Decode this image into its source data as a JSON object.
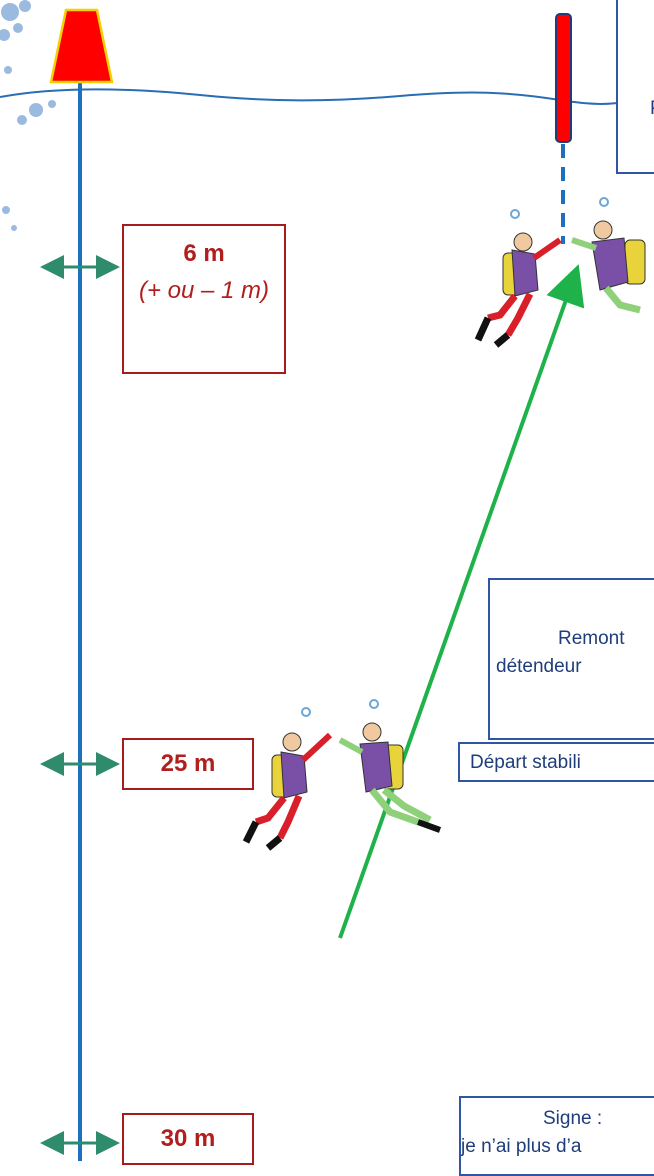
{
  "depth_labels": {
    "d6": {
      "value": "6 m",
      "tolerance": "(+ ou – 1 m)"
    },
    "d25": {
      "value": "25 m"
    },
    "d30": {
      "value": "30 m"
    }
  },
  "info_boxes": {
    "top_right": "P",
    "middle": {
      "line1": "Remont",
      "line2": "détendeur"
    },
    "start": "Départ stabili",
    "sign": {
      "line1": "Signe :",
      "line2": "je n’ai plus d’a"
    }
  },
  "colors": {
    "buoy": "#ff0000",
    "buoy_outline": "#f5d000",
    "line": "#1f6fbf",
    "surface": "#2a6db5",
    "arrow_ascent": "#1fb24a",
    "depth_arrow": "#2e8b6b",
    "depth_box_border": "#a51c1c",
    "depth_text": "#b01e1e",
    "info_border": "#2f55a4",
    "info_text": "#1f3d7a"
  }
}
